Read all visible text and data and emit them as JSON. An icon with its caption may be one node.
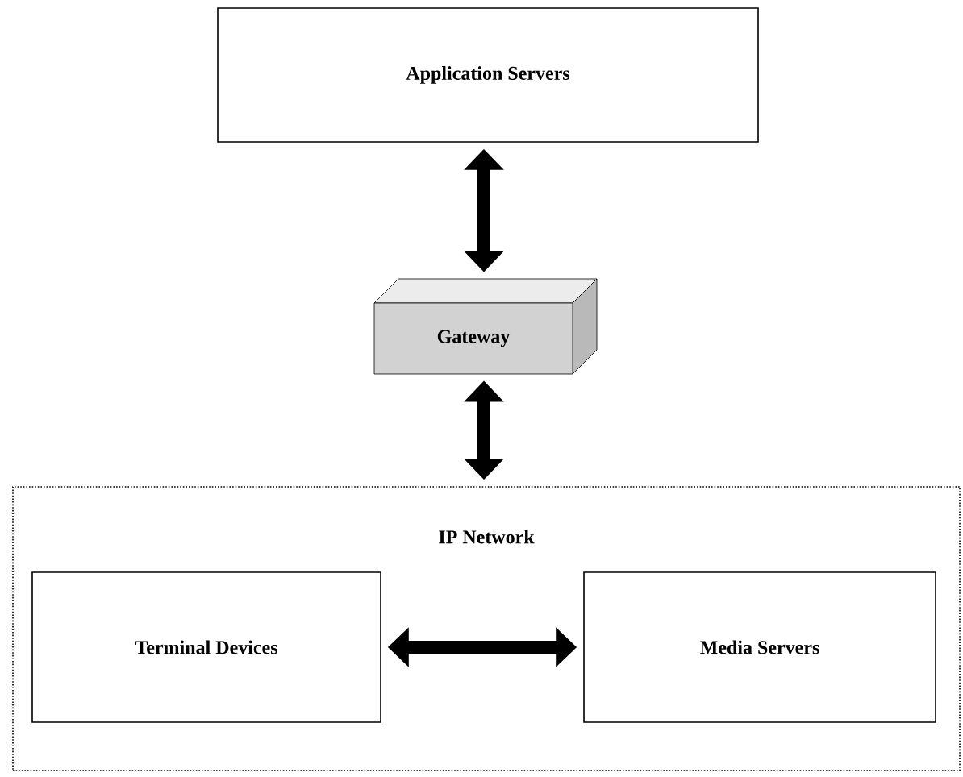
{
  "diagram": {
    "nodes": [
      {
        "text": [
          "Application Servers"
        ]
      },
      {
        "text": [
          "Gateway"
        ]
      },
      {
        "text": [
          "IP Network"
        ]
      },
      {
        "text": [
          "Terminal Devices"
        ],
        "in": 2
      },
      {
        "text": [
          "Media Servers"
        ],
        "in": 2
      }
    ],
    "edges": [
      {
        "from": 0,
        "to": 1,
        "arrow": "both"
      },
      {
        "from": 1,
        "to": 2,
        "arrow": "both"
      },
      {
        "from": 3,
        "to": 4,
        "arrow": "both"
      }
    ]
  }
}
